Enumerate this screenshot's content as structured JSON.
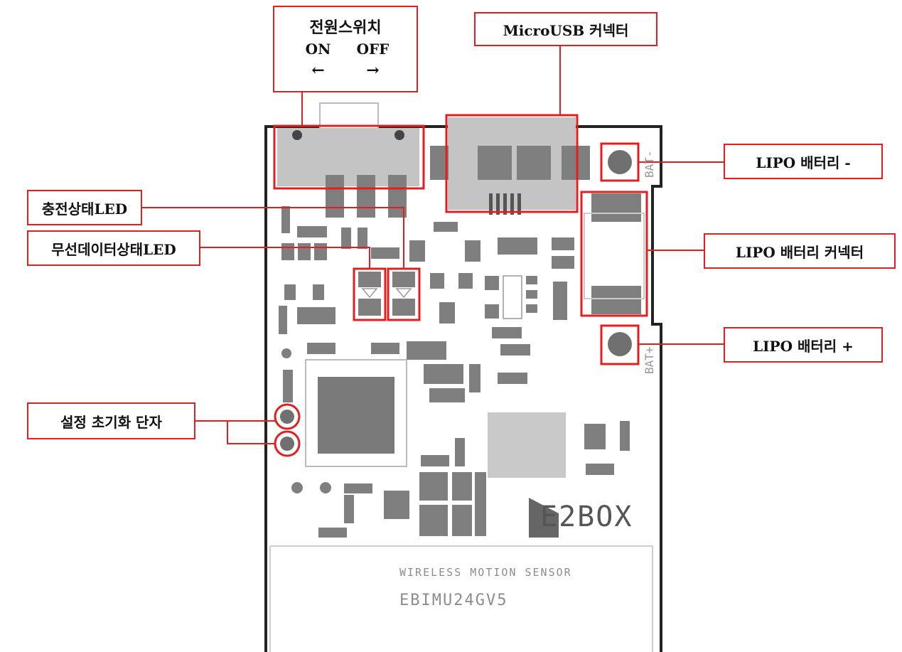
{
  "labels": {
    "power_switch": {
      "title": "전원스위치",
      "on": "ON",
      "off": "OFF",
      "arrow_left": "←",
      "arrow_right": "→"
    },
    "microusb": "MicroUSB 커넥터",
    "lipo_minus": "LIPO 배터리 -",
    "lipo_connector": "LIPO 배터리 커넥터",
    "lipo_plus": "LIPO 배터리 +",
    "charge_led": "충전상태LED",
    "wireless_led": "무선데이터상태LED",
    "reset_pins": "설정 초기화 단자"
  },
  "board": {
    "logo": "E2BOX",
    "caption": "WIRELESS MOTION SENSOR",
    "model": "EBIMU24GV5",
    "bat_minus": "BAT-",
    "bat_plus": "BAT+"
  },
  "colors": {
    "highlight": "#e02020",
    "pad": "#7f7f7f",
    "silk": "#c8c8c8"
  }
}
